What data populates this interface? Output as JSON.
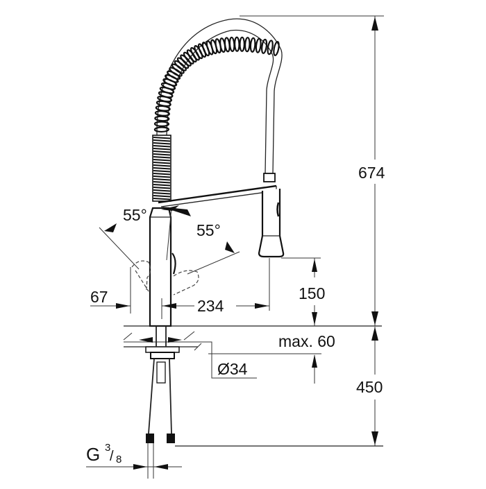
{
  "drawing": {
    "subject": "Kitchen faucet with spring spout — dimensional drawing",
    "dimensions": {
      "total_height": "674",
      "below_counter": "450",
      "spray_clearance": "150",
      "spout_reach": "234",
      "handle_offset": "67",
      "counter_thickness": "max. 60",
      "hole_diameter": "Ø34",
      "connection_prefix": "G",
      "connection_num": "3",
      "connection_den": "8",
      "swivel_angle_top": "55°",
      "handle_angle": "55°"
    }
  }
}
